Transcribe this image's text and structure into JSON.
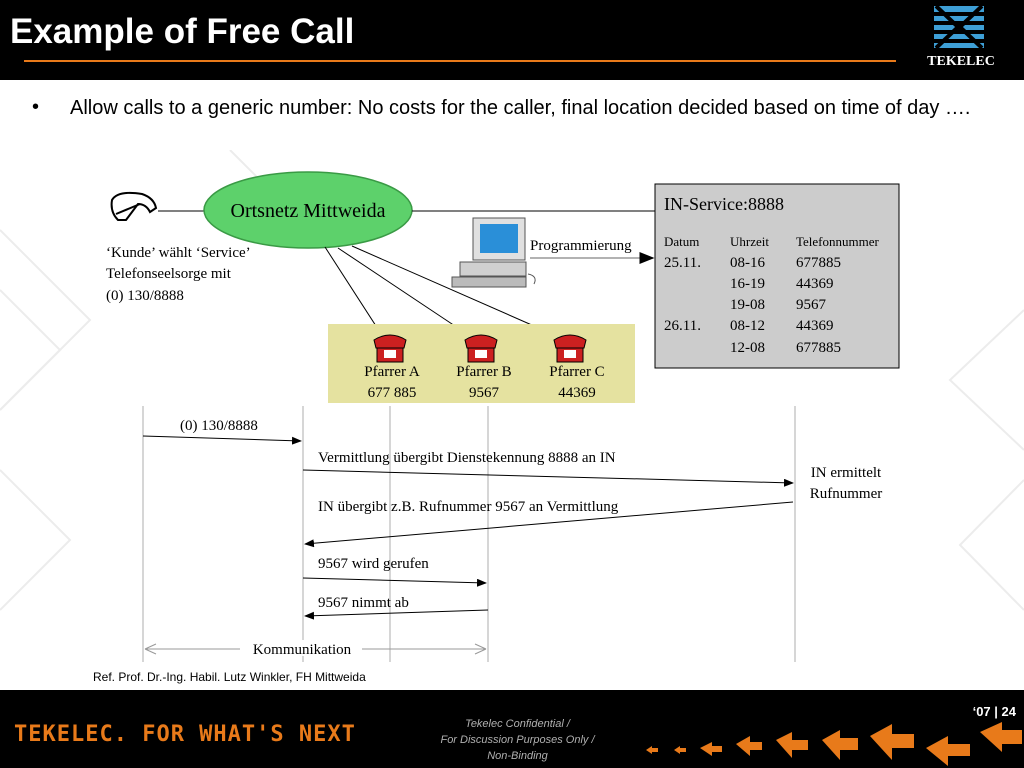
{
  "slide": {
    "title": "Example of Free Call",
    "logo_text": "TEKELEC",
    "bullet": "Allow calls to a generic number: No costs for the caller, final location decided based on time of day ….",
    "reference": "Ref. Prof. Dr.-Ing. Habil. Lutz Winkler, FH Mittweida"
  },
  "diagram": {
    "network_label": "Ortsnetz Mittweida",
    "customer_text": [
      "‘Kunde’ wählt ‘Service’",
      "Telefonseelsorge mit",
      "(0) 130/8888"
    ],
    "programming_label": "Programmierung",
    "in_service": {
      "title": "IN-Service:8888",
      "headers": [
        "Datum",
        "Uhrzeit",
        "Telefonnummer"
      ],
      "rows": [
        [
          "25.11.",
          "08-16",
          "677885"
        ],
        [
          "",
          "16-19",
          "44369"
        ],
        [
          "",
          "19-08",
          "9567"
        ],
        [
          "26.11.",
          "08-12",
          "44369"
        ],
        [
          "",
          "12-08",
          "677885"
        ]
      ]
    },
    "pastors": [
      {
        "name": "Pfarrer A",
        "number": "677 885"
      },
      {
        "name": "Pfarrer B",
        "number": "9567"
      },
      {
        "name": "Pfarrer C",
        "number": "44369"
      }
    ],
    "sequence": {
      "dial": "(0) 130/8888",
      "msg1": "Vermittlung übergibt Dienstekennung 8888 an IN",
      "in_note": [
        "IN ermittelt",
        "Rufnummer"
      ],
      "msg2": "IN übergibt z.B. Rufnummer 9567 an Vermittlung",
      "msg3": "9567 wird gerufen",
      "msg4": "9567 nimmt ab",
      "communication": "Kommunikation"
    }
  },
  "footer": {
    "tagline": "TEKELEC. FOR WHAT'S NEXT",
    "confidential": [
      "Tekelec Confidential /",
      "For Discussion Purposes Only /",
      "Non-Binding"
    ],
    "page": "‘07 | 24"
  },
  "colors": {
    "accent": "#e87a1a",
    "cloud_green": "#5dd16b",
    "pastor_box": "#e5e2a0",
    "in_box": "#cccccc",
    "logo_blue": "#3e9fd6"
  }
}
